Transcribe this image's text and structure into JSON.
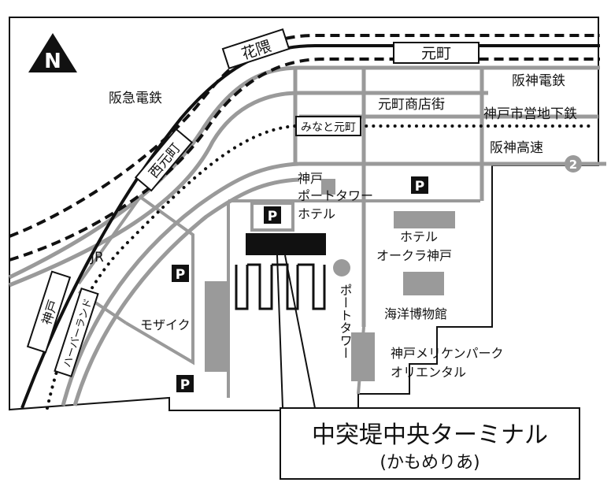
{
  "north_label": "N",
  "stations": {
    "hanakuma": "花隈",
    "motomachi": "元町",
    "nishimotomachi": "西元町",
    "minatomotomachi": "みなと元町",
    "kobe": "神戸",
    "harborland": "ハーバーランド"
  },
  "lines": {
    "hankyu": "阪急電鉄",
    "hanshin": "阪神電鉄",
    "subway": "神戸市営地下鉄",
    "hanshin_expressway": "阪神高速",
    "jr": "JR"
  },
  "places": {
    "shotengai": "元町商店街",
    "port_tower_1": "神戸",
    "port_tower_2": "ポートタワー",
    "port_tower_3": "ホテル",
    "okura_1": "ホテル",
    "okura_2": "オークラ神戸",
    "maritime_museum": "海洋博物館",
    "port_tower_vertical": "ポートタワー",
    "mosaic": "モザイク",
    "meriken_1": "神戸メリケンパーク",
    "meriken_2": "オリエンタル"
  },
  "parking_label": "P",
  "route_number": "2",
  "terminal": {
    "name": "中突堤中央ターミナル",
    "sub": "(かもめりあ)"
  },
  "colors": {
    "road": "#9a9a9a",
    "rail": "#111111",
    "background": "#ffffff"
  }
}
